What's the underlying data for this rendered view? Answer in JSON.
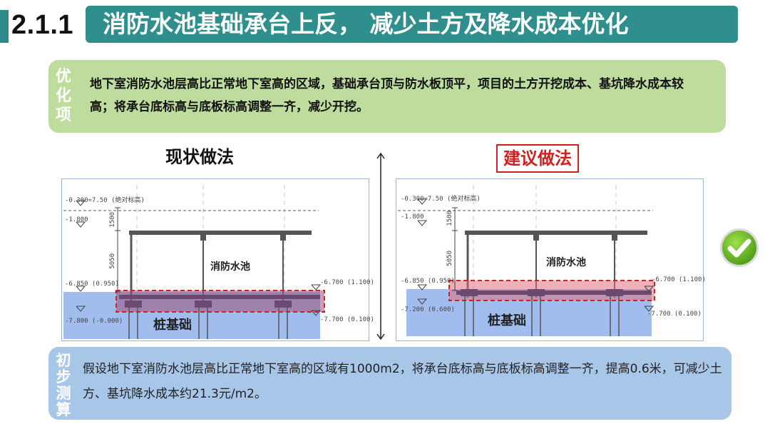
{
  "header": {
    "section_number": "2.1.1",
    "title": "消防水池基础承台上反， 减少土方及降水成本优化"
  },
  "optimization": {
    "tag": [
      "优",
      "化",
      "项"
    ],
    "text": "地下室消防水池层高比正常地下室高的区域，基础承台顶与防水板顶平，项目的土方开挖成本、基坑降水成本较高；将承台底标高与底板标高调整一齐，减少开挖。"
  },
  "diagrams": {
    "left": {
      "caption": "现状做法",
      "pool_label": "消防水池",
      "pile_label": "桩基础",
      "elev_top": "-0.300=7.50",
      "elev_top_note": "(绝对标高)",
      "elev_2": "-1.800",
      "dim_1": "1500",
      "dim_2": "5050",
      "elev_3": "-6.850 (0.950)",
      "elev_4": "-7.800 (-0.000)",
      "elev_right_1": "-6.700 (1.100)",
      "elev_right_2": "-7.700 (0.100)"
    },
    "right": {
      "caption": "建议做法",
      "pool_label": "消防水池",
      "pile_label": "桩基础",
      "elev_top": "-0.300=7.50",
      "elev_top_note": "(绝对标高)",
      "elev_2": "-1.800",
      "dim_1": "1500",
      "dim_2": "5050",
      "elev_3": "-6.850 (0.950)",
      "elev_4": "-7.200 (0.600)",
      "elev_right_1": "-6.700 (1.100)",
      "elev_right_2": "-7.700 (0.100)"
    }
  },
  "calculation": {
    "tag": [
      "初",
      "步",
      "测",
      "算"
    ],
    "text": "假设地下室消防水池层高比正常地下室高的区域有1000m2，将承台底标高与底板标高调整一齐，提高0.6米，可减少土方、基坑降水成本约21.3元/m2。"
  },
  "colors": {
    "teal": "#2f8f8d",
    "green_box": "#bfdc9f",
    "blue_box": "#a8c6e8",
    "red": "#d02020",
    "soil_blue": "#8fb2ea",
    "highlight_purple": "#a0507a"
  },
  "icons": {
    "approve": "check-circle-icon",
    "arrow": "double-arrow-vertical-icon"
  }
}
